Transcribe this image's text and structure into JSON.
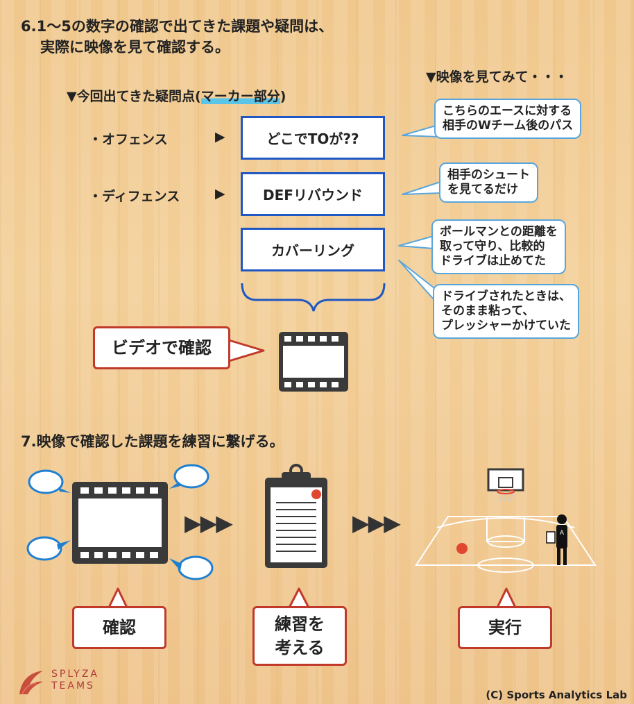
{
  "section6": {
    "heading_line1": "6.1〜5の数字の確認で出てきた課題や疑問は、",
    "heading_line2": "実際に映像を見て確認する。",
    "questions_label_prefix": "▼今回出てきた疑問点(",
    "questions_label_marker": "マーカー部分",
    "questions_label_suffix": ")",
    "video_label": "▼映像を見てみて・・・",
    "offense_label": "・オフェンス",
    "defense_label": "・ディフェンス",
    "arrow_glyph": "▶",
    "boxes": [
      "どこでTOが??",
      "DEFリバウンド",
      "カバーリング"
    ],
    "bubbles": [
      [
        "こちらのエースに対する",
        "相手のWチーム後のパス"
      ],
      [
        "相手のシュート",
        "を見てるだけ"
      ],
      [
        "ボールマンとの距離を",
        "取って守り、比較的",
        "ドライブは止めてた"
      ],
      [
        "ドライブされたときは、",
        "そのまま粘って、",
        "プレッシャーかけていた"
      ]
    ],
    "confirm_video_label": "ビデオで確認"
  },
  "section7": {
    "heading": "7.映像で確認した課題を練習に繋げる。",
    "flow_arrows": "▶▶▶",
    "steps": [
      {
        "lines": [
          "確認"
        ]
      },
      {
        "lines": [
          "練習を",
          "考える"
        ]
      },
      {
        "lines": [
          "実行"
        ]
      }
    ],
    "coach_badge": "A"
  },
  "footer": {
    "credit": "(C) Sports Analytics Lab",
    "logo_line1": "SPLYZA",
    "logo_line2": "TEAMS"
  },
  "colors": {
    "box_border": "#1f57c3",
    "bubble_border": "#5aa6dc",
    "red_border": "#c0392b",
    "marker": "#5bc5e8",
    "icon_dark": "#3a3a3a"
  }
}
